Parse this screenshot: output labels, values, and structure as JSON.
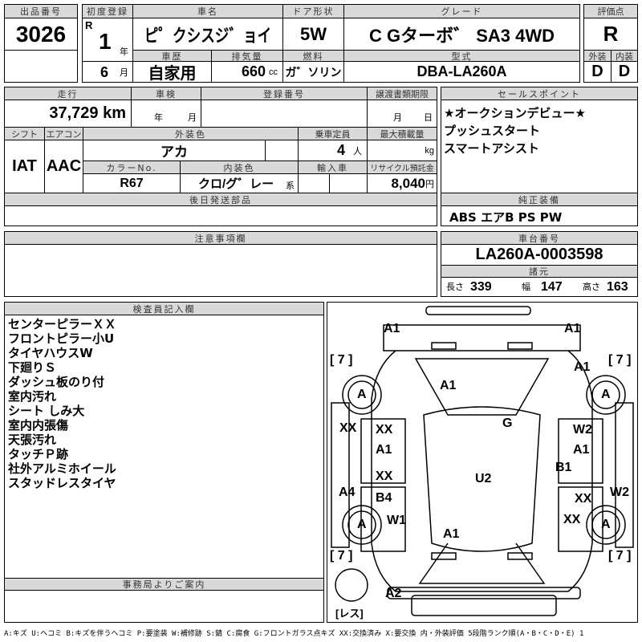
{
  "lot": {
    "label": "出品番号",
    "value": "3026"
  },
  "first_reg": {
    "label": "初度登録",
    "era": "R",
    "year": "1",
    "year_unit": "年",
    "month": "6",
    "month_unit": "月"
  },
  "car_name": {
    "label": "車名",
    "value": "ピ゜クシスジ゛ョイ"
  },
  "door": {
    "label": "ドア形状",
    "value": "5W"
  },
  "grade": {
    "label": "グレード",
    "value": "C Gターボ゛ SA3 4WD"
  },
  "score": {
    "label": "評価点",
    "value": "R",
    "ext_label": "外装",
    "int_label": "内装",
    "ext": "D",
    "int": "D"
  },
  "history": {
    "label": "車歴",
    "value": "自家用"
  },
  "displacement": {
    "label": "排気量",
    "value": "660",
    "unit": "cc"
  },
  "fuel": {
    "label": "燃料",
    "value": "ガ゛ソリン"
  },
  "model": {
    "label": "型式",
    "value": "DBA-LA260A"
  },
  "mileage": {
    "label": "走行",
    "value": "37,729 km"
  },
  "inspection": {
    "label": "車検",
    "year_unit": "年",
    "month_unit": "月"
  },
  "reg_no": {
    "label": "登録番号"
  },
  "transfer": {
    "label": "譲渡書類期限",
    "month_unit": "月",
    "day_unit": "日"
  },
  "shift": {
    "label": "シフト",
    "value": "IAT"
  },
  "ac": {
    "label": "エアコン",
    "value": "AAC"
  },
  "ext_color": {
    "label": "外装色",
    "value": "アカ"
  },
  "capacity": {
    "label": "乗車定員",
    "value": "4",
    "unit": "人"
  },
  "max_load": {
    "label": "最大積載量",
    "unit": "kg"
  },
  "color_no": {
    "label": "カラーNo.",
    "value": "R67"
  },
  "int_color": {
    "label": "内装色",
    "value": "クロ/グ゛レー",
    "unit": "系"
  },
  "import": {
    "label": "輸入車"
  },
  "recycle": {
    "label": "リサイクル預託金",
    "value": "8,040",
    "unit": "円"
  },
  "later_parts": {
    "label": "後日発送部品"
  },
  "sales": {
    "label": "セールスポイント",
    "items": [
      "★オークションデビュー★",
      "プッシュスタート",
      "スマートアシスト"
    ]
  },
  "equipment": {
    "label": "純正装備",
    "value": "ABS エアB PS PW"
  },
  "notes": {
    "label": "注意事項欄"
  },
  "chassis": {
    "label": "車台番号",
    "value": "LA260A-0003598"
  },
  "specs": {
    "label": "諸元",
    "length_label": "長さ",
    "length": "339",
    "width_label": "幅",
    "width": "147",
    "height_label": "高さ",
    "height": "163"
  },
  "inspector": {
    "label": "検査員記入欄",
    "items": [
      "センターピラーＸＸ",
      "フロントピラー小U",
      "タイヤハウスW",
      "下廻りＳ",
      "ダッシュ板のり付",
      "室内汚れ",
      "シート しみ大",
      "室内内張傷",
      "天張汚れ",
      "タッチＰ跡",
      "社外アルミホイール",
      "スタッドレスタイヤ"
    ]
  },
  "office": {
    "label": "事務局よりご案内"
  },
  "diagram": {
    "marks": [
      "A1",
      "A1",
      "A1",
      "A",
      "A",
      "A1",
      "G",
      "XX",
      "XX",
      "W2",
      "A1",
      "A1",
      "B1",
      "XX",
      "U2",
      "A4",
      "B4",
      "W2",
      "XX",
      "W1",
      "A",
      "A",
      "A1",
      "XX",
      "A2"
    ],
    "tire_marks": [
      "[ 7 ]",
      "[ 7 ]",
      "[ 7 ]",
      "[ 7 ]"
    ],
    "spare": "[レス]"
  },
  "legend": "A:キズ U:ヘコミ B:キズを伴うヘコミ P:要塗装 W:補修跡 S:錆 C:腐食 G:フロントガラス点キズ XX:交換済み X:要交換 内・外装評価 5段階ランク順(A・B・C・D・E) 1"
}
